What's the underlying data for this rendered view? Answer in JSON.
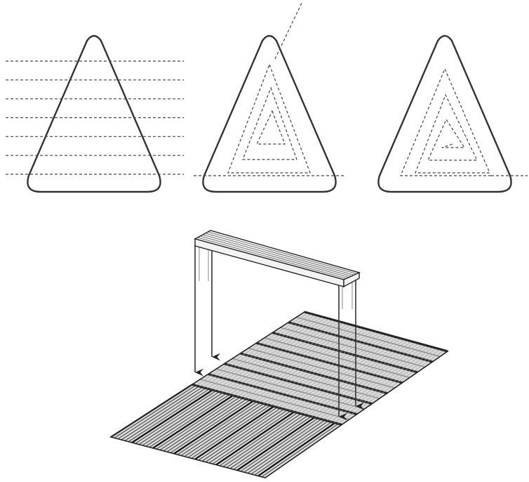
{
  "figure": {
    "panels": [
      {
        "id": "raster",
        "pattern": "raster"
      },
      {
        "id": "offset-contour",
        "pattern": "contour"
      },
      {
        "id": "spiral",
        "pattern": "spiral"
      }
    ],
    "scan_lines": 7,
    "contour_rings": 3,
    "spiral_turns": 3,
    "lower_illustration": {
      "components": [
        "scanner-head",
        "laser-beams",
        "scanned-layer"
      ],
      "beam_count": 4
    },
    "colors": {
      "stroke": "#333333",
      "scan_line": "#444444",
      "fill": "#ffffff"
    }
  }
}
